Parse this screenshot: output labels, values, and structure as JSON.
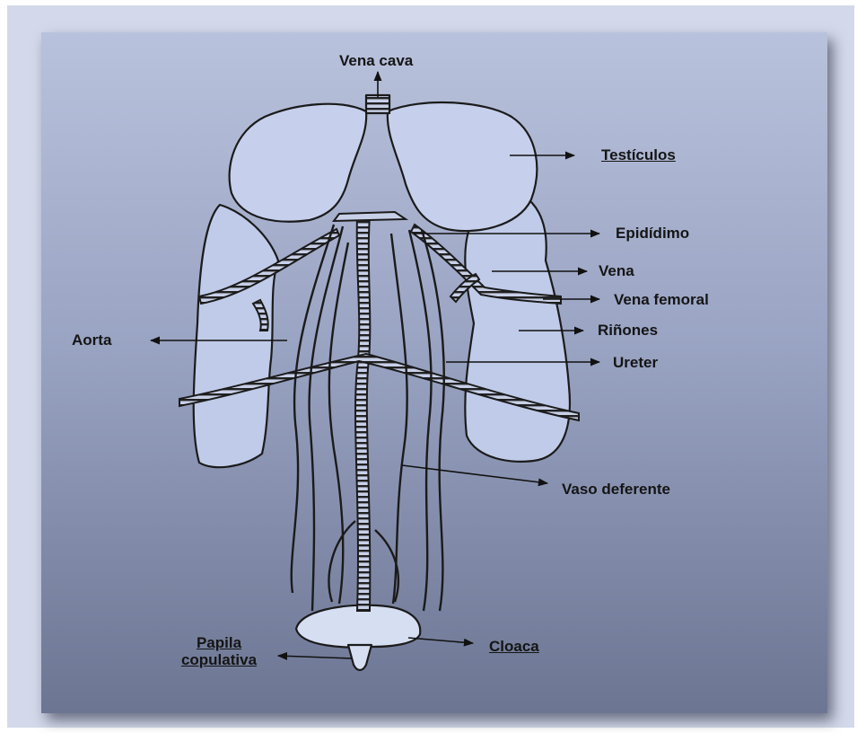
{
  "diagram": {
    "labels": {
      "vena_cava": "Vena cava",
      "testiculos": "Testículos",
      "epididimo": "Epidídimo",
      "vena": "Vena",
      "vena_femoral": "Vena femoral",
      "rinones": "Riñones",
      "aorta": "Aorta",
      "ureter": "Ureter",
      "vaso_deferente": "Vaso deferente",
      "papila_line1": "Papila",
      "papila_line2": "copulativa",
      "cloaca": "Cloaca"
    }
  }
}
